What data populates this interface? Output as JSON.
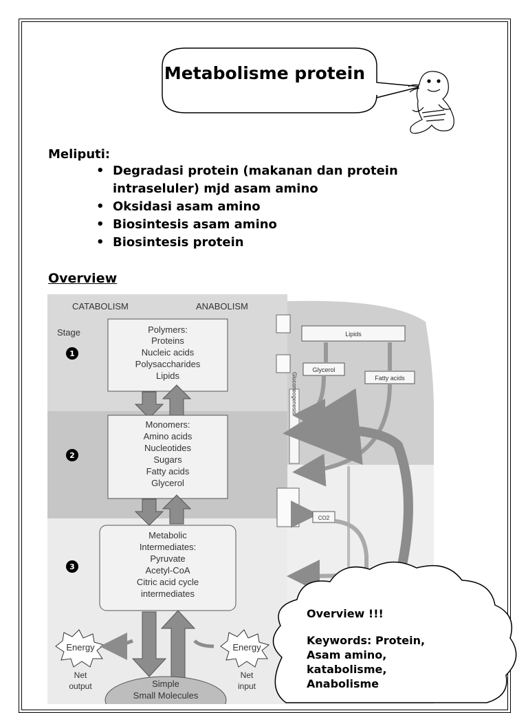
{
  "title": "Metabolisme protein",
  "intro_label": "Meliputi:",
  "points": [
    "Degradasi protein (makanan dan protein intraseluler) mjd asam amino",
    "Oksidasi asam amino",
    "Biosintesis asam amino",
    "Biosintesis protein"
  ],
  "overview_heading": "Overview",
  "figure": {
    "catabolism": "CATABOLISM",
    "anabolism": "ANABOLISM",
    "stage": "Stage",
    "stage_numbers": [
      "1",
      "2",
      "3"
    ],
    "box1": [
      "Polymers:",
      "Proteins",
      "Nucleic acids",
      "Polysaccharides",
      "Lipids"
    ],
    "box2": [
      "Monomers:",
      "Amino acids",
      "Nucleotides",
      "Sugars",
      "Fatty acids",
      "Glycerol"
    ],
    "box3": [
      "Metabolic",
      "Intermediates:",
      "Pyruvate",
      "Acetyl-CoA",
      "Citric acid cycle",
      "intermediates"
    ],
    "energy_left": "Energy",
    "energy_right": "Energy",
    "net_output": [
      "Net",
      "output"
    ],
    "net_input": [
      "Net",
      "input"
    ],
    "simple": [
      "Simple",
      "Small Molecules"
    ],
    "lipids": "Lipids",
    "glycerol": "Glycerol",
    "fatty_acids": "Fatty acids",
    "gluconeogenesis": "Gluconeogenesis",
    "co2": "CO2"
  },
  "cloud": {
    "line1": "Overview !!!",
    "line2": "Keywords: Protein,",
    "line3": "Asam amino,",
    "line4": "katabolisme,",
    "line5": "Anabolisme"
  },
  "colors": {
    "panel_gray": "#c8c8c8",
    "panel_light": "#e4e4e4",
    "box_fill": "#f2f2f2",
    "arrow": "#8c8c8c"
  }
}
